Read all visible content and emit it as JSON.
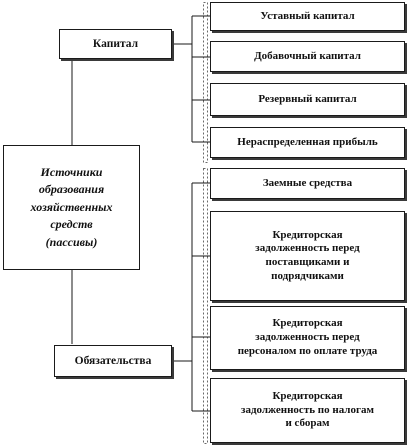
{
  "diagram": {
    "center": {
      "label": "Источники\nобразования\nхозяйственных\nсредств\n(пассивы)"
    },
    "groups": [
      {
        "label": "Капитал",
        "items": [
          "Уставный капитал",
          "Добавочный капитал",
          "Резервный капитал",
          "Нераспределенная прибыль"
        ]
      },
      {
        "label": "Обязательства",
        "items": [
          "Заемные средства",
          "Кредиторская\nзадолженность перед\nпоставщиками и\nподрядчиками",
          "Кредиторская\nзадолженность перед\nперсоналом по оплате труда",
          "Кредиторская\nзадолженность по налогам\nи сборам"
        ]
      }
    ]
  },
  "colors": {
    "line": "#1a1a1a",
    "dash": "#6a6a6a",
    "shadow": "#3a3a3a",
    "background": "#ffffff"
  }
}
